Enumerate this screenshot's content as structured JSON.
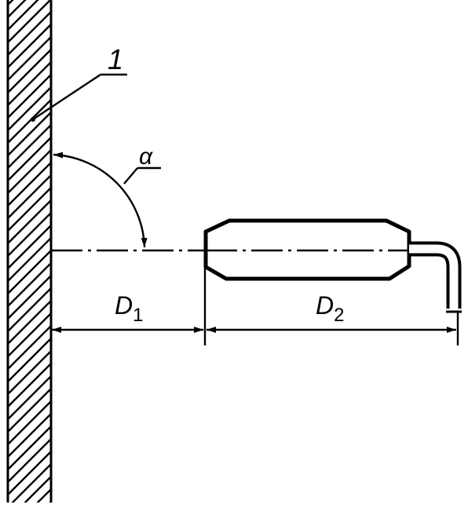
{
  "diagram": {
    "callout": {
      "text": "1"
    },
    "angle_label": {
      "text": "α"
    },
    "dim_1": {
      "symbol": "D",
      "subscript": "1"
    },
    "dim_2": {
      "symbol": "D",
      "subscript": "2"
    },
    "colors": {
      "line": "#000000",
      "background": "#ffffff"
    }
  }
}
